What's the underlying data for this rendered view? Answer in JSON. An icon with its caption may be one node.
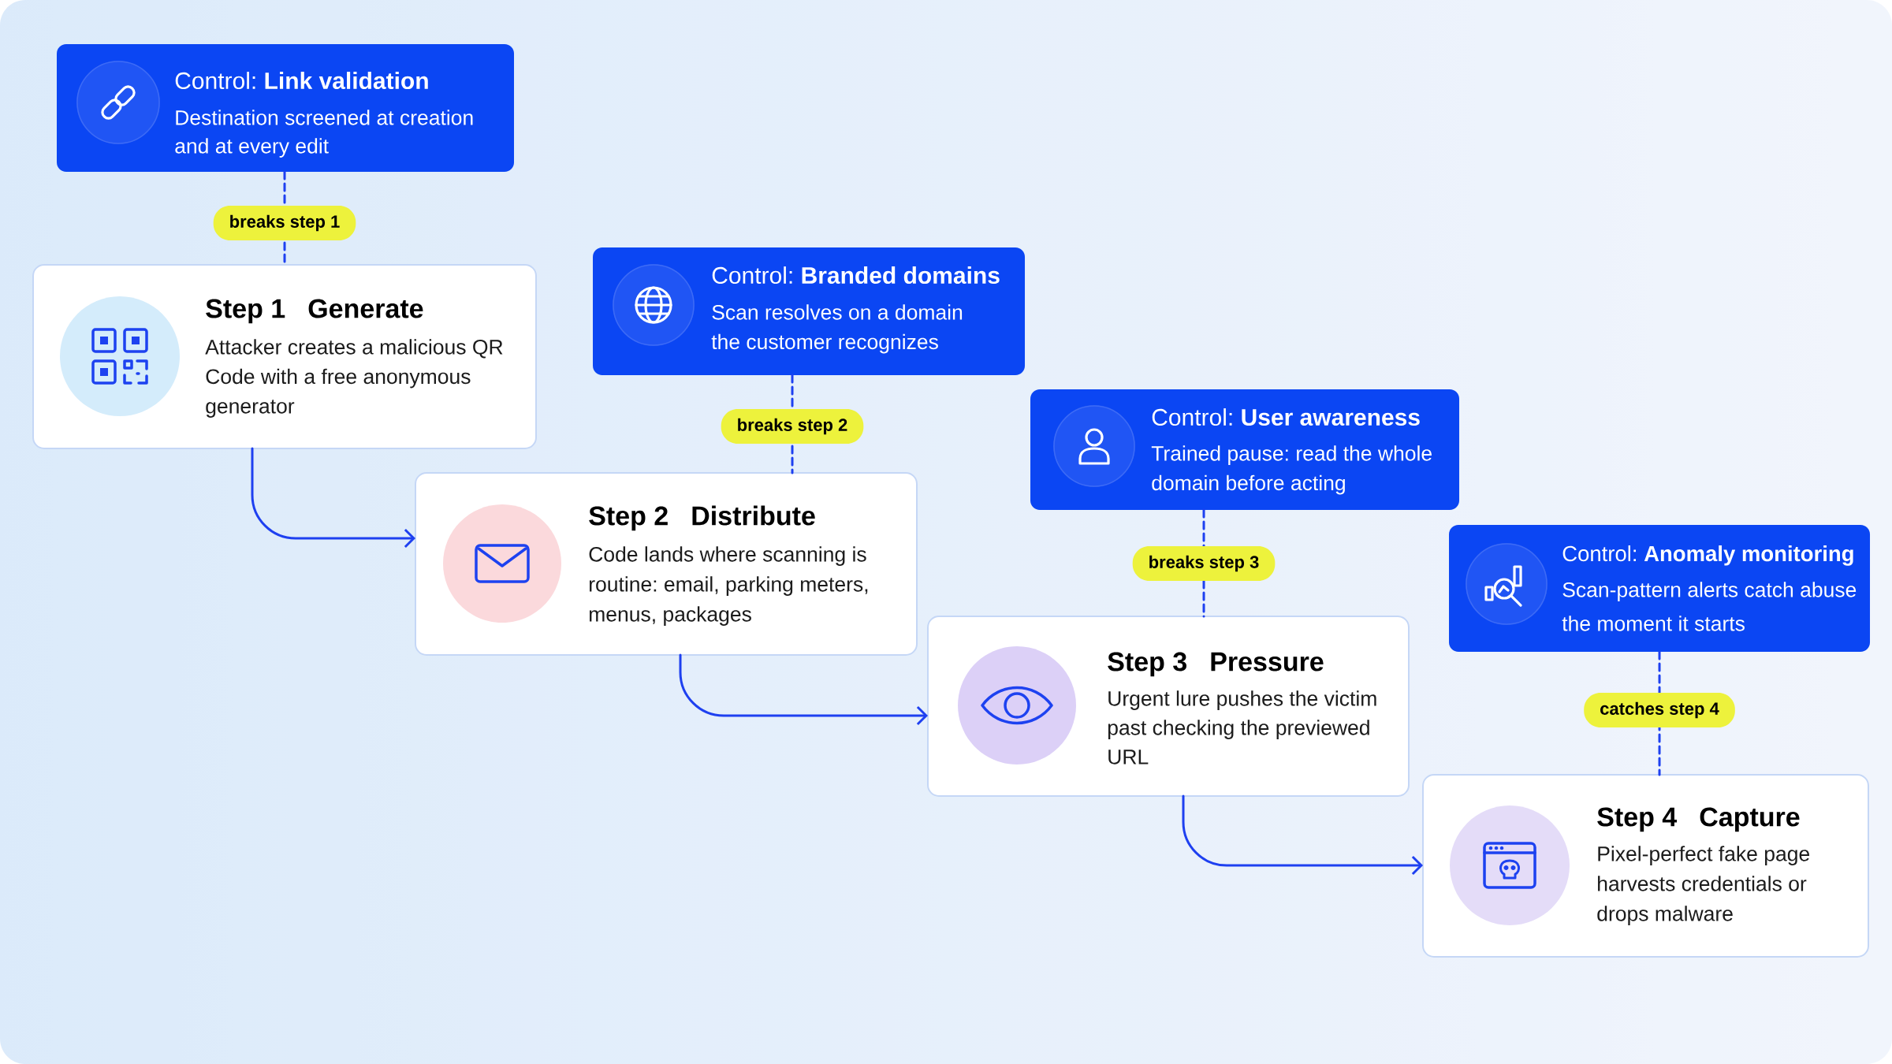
{
  "diagram": {
    "nodes": [
      {
        "text": [
          "Control: **Link validation**",
          "Destination screened at creation and at every edit"
        ]
      },
      {
        "text": [
          "Step 1",
          "Generate",
          "Attacker creates a malicious QR Code with a free anonymous generator"
        ]
      },
      {
        "text": [
          "Control: **Branded domains**",
          "Scan resolves on a domain the customer recognizes"
        ]
      },
      {
        "text": [
          "Step 2",
          "Distribute",
          "Code lands where scanning is routine: email, parking meters, menus, packages"
        ]
      },
      {
        "text": [
          "Control: **User awareness**",
          "Trained pause: read the whole domain before acting"
        ]
      },
      {
        "text": [
          "Step 3",
          "Pressure",
          "Urgent lure pushes the victim past checking the previewed URL"
        ]
      },
      {
        "text": [
          "Control: **Anomaly monitoring**",
          "Scan-pattern alerts catch abuse the moment it starts"
        ]
      },
      {
        "text": [
          "Step 4",
          "Capture",
          "Pixel-perfect fake page harvests credentials or drops malware"
        ]
      }
    ],
    "edges": [
      {
        "from": 0,
        "to": 1,
        "arrow": "none",
        "style": "dashed",
        "label": "breaks step 1"
      },
      {
        "from": 1,
        "to": 3,
        "arrow": "to"
      },
      {
        "from": 2,
        "to": 3,
        "arrow": "none",
        "style": "dashed",
        "label": "breaks step 2"
      },
      {
        "from": 3,
        "to": 5,
        "arrow": "to"
      },
      {
        "from": 4,
        "to": 5,
        "arrow": "none",
        "style": "dashed",
        "label": "breaks step 3"
      },
      {
        "from": 5,
        "to": 7,
        "arrow": "to"
      },
      {
        "from": 6,
        "to": 7,
        "arrow": "none",
        "style": "dashed",
        "label": "catches step 4"
      }
    ]
  }
}
